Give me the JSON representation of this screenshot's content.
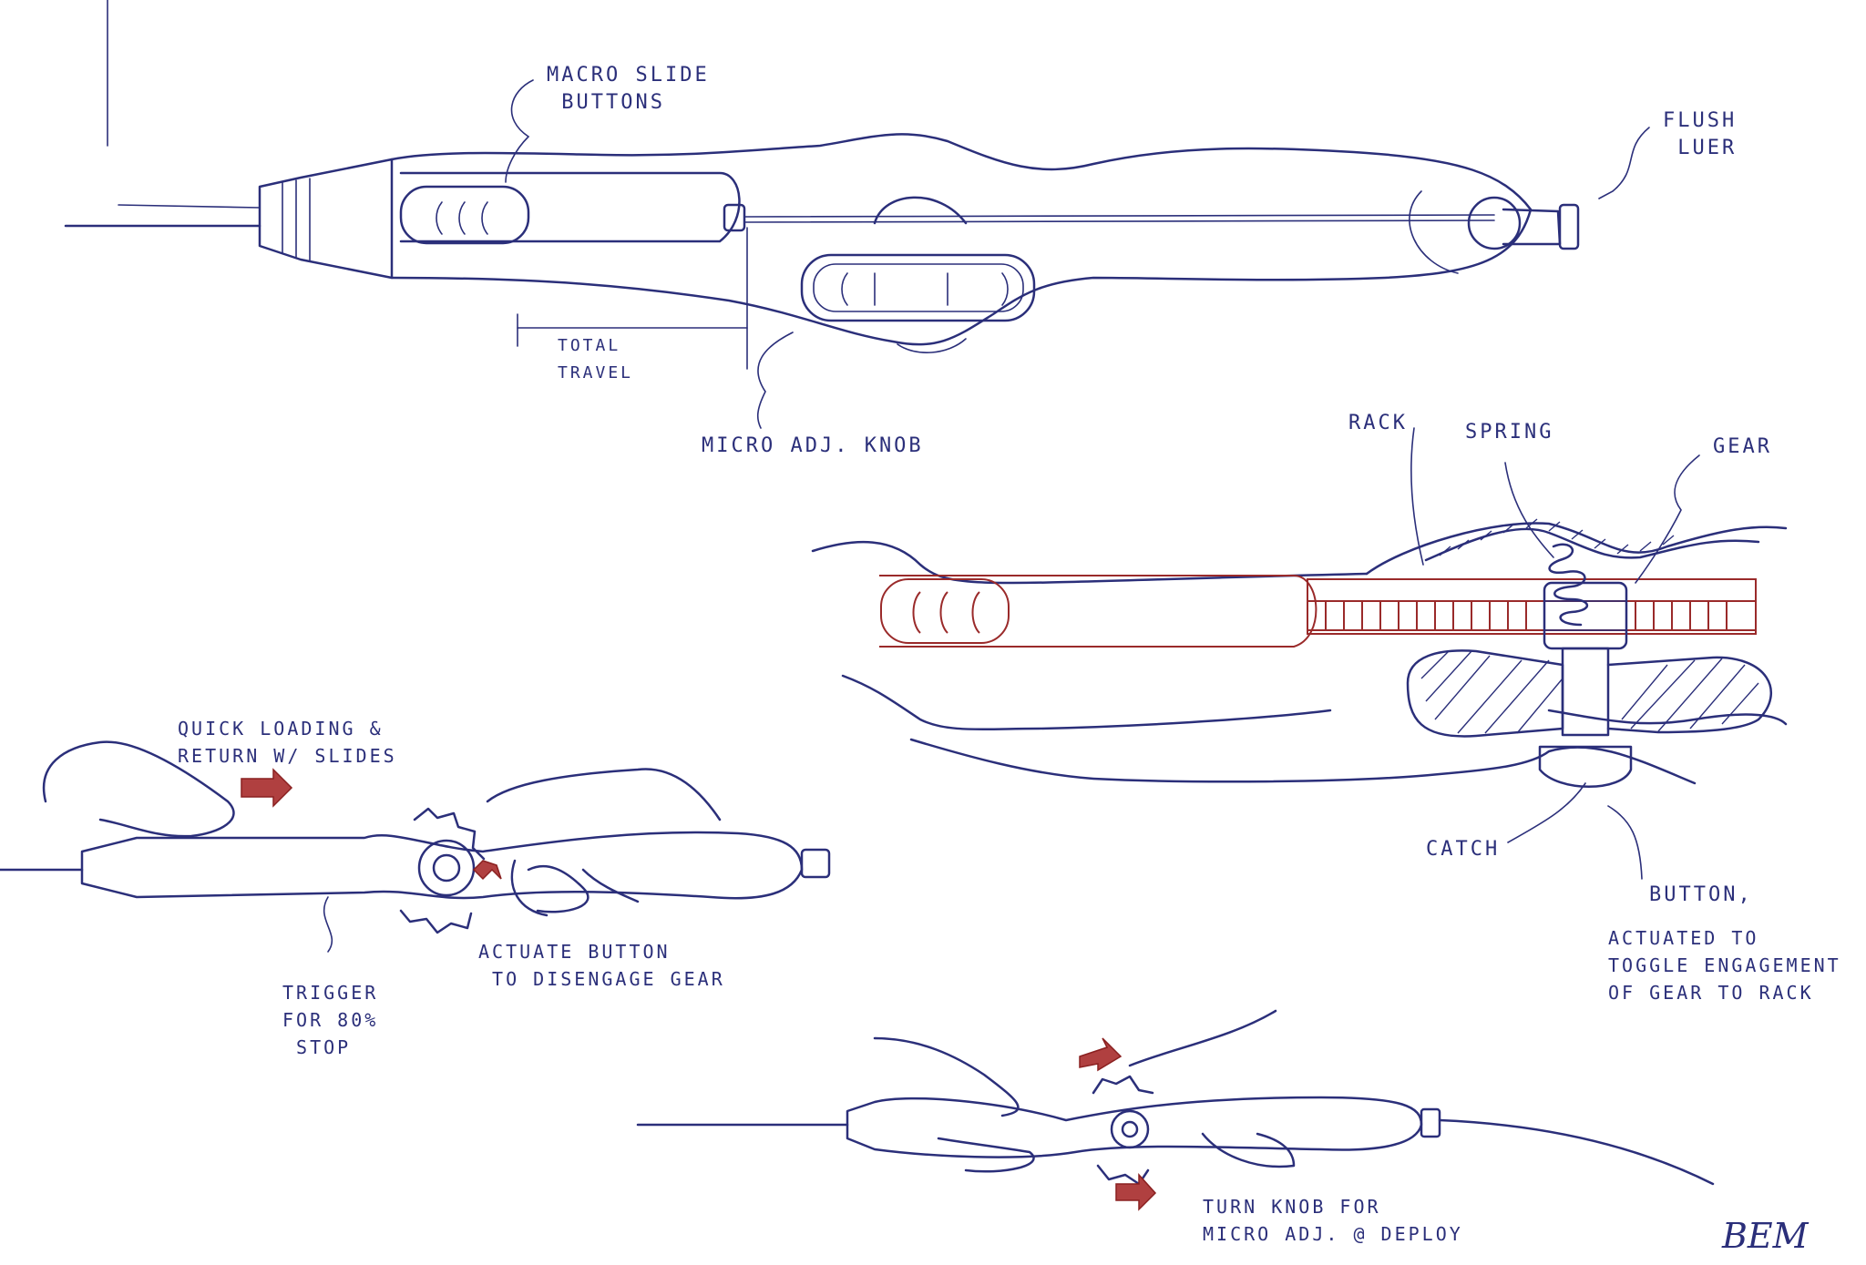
{
  "labels": {
    "macro_slide_buttons": "MACRO SLIDE\n BUTTONS",
    "flush_luer": "FLUSH\n LUER",
    "total_travel": "TOTAL\nTRAVEL",
    "micro_adj_knob": "MICRO ADJ. KNOB",
    "rack": "RACK",
    "spring": "SPRING",
    "gear": "GEAR",
    "catch": "CATCH",
    "button": "BUTTON,",
    "button_desc": "ACTUATED TO\nTOGGLE ENGAGEMENT\nOF GEAR TO RACK",
    "quick_loading": "QUICK LOADING &\nRETURN W/ SLIDES",
    "actuate_button": "ACTUATE BUTTON\n TO DISENGAGE GEAR",
    "trigger": "TRIGGER\nFOR 80%\n STOP",
    "turn_knob": "TURN KNOB FOR\nMICRO ADJ. @ DEPLOY"
  },
  "signature": "BEM",
  "colors": {
    "ink": "#2b2f7a",
    "red_ink": "#9a2a2a"
  }
}
